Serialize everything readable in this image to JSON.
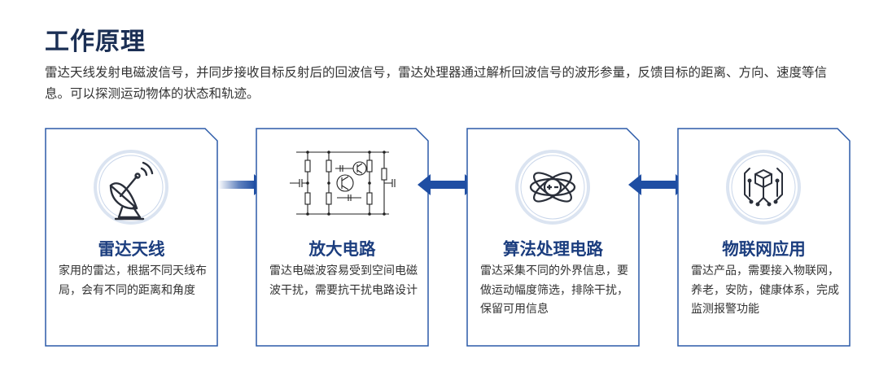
{
  "header": {
    "title": "工作原理",
    "intro": "雷达天线发射电磁波信号，并同步接收目标反射后的回波信号，雷达处理器通过解析回波信号的波形参量，反馈目标的距离、方向、速度等信息。可以探测运动物体的状态和轨迹。"
  },
  "cards": [
    {
      "icon": "satellite-dish-icon",
      "title": "雷达天线",
      "desc": "家用的雷达，根据不同天线布局，会有不同的距离和角度"
    },
    {
      "icon": "circuit-schematic-icon",
      "title": "放大电路",
      "desc": "雷达电磁波容易受到空间电磁波干扰，需要抗干扰电路设计"
    },
    {
      "icon": "atom-plus-minus-icon",
      "title": "算法处理电路",
      "desc": "雷达采集不同的外界信息，要做运动幅度筛选，排除干扰，保留可用信息"
    },
    {
      "icon": "iot-cube-icon",
      "title": "物联网应用",
      "desc": "雷达产品，需要接入物联网，养老，安防，健康体系，完成监测报警功能"
    }
  ],
  "colors": {
    "title": "#1b2f54",
    "accent": "#1f4ea3",
    "card_border": "#2b5aa8",
    "icon_ring": "#d9e3f2"
  }
}
